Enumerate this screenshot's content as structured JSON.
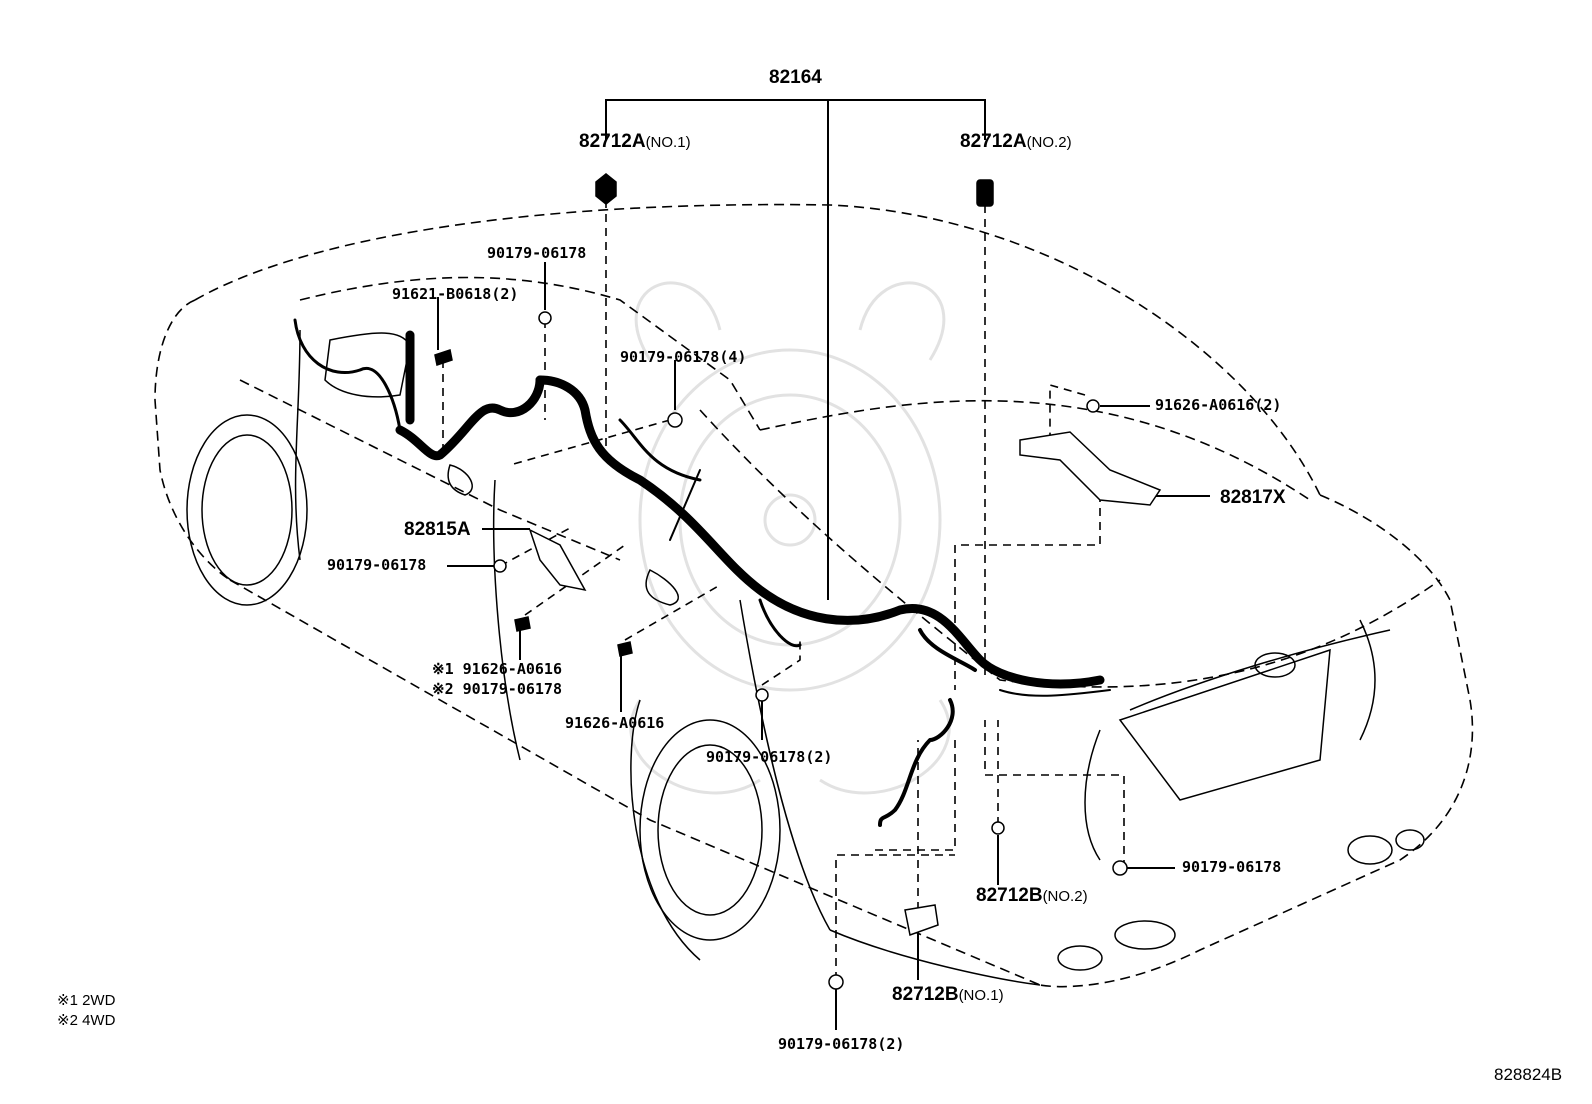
{
  "callouts": {
    "assembly": "82164",
    "sensor_front_no1": "82712A",
    "sensor_front_no1_sfx": "(NO.1)",
    "sensor_front_no2": "82712A",
    "sensor_front_no2_sfx": "(NO.2)",
    "nut_top": "90179-06178",
    "bolt_91621": "91621-B0618(2)",
    "nut_x4": "90179-06178(4)",
    "bolt_right_top": "91626-A0616(2)",
    "bracket_82817": "82817X",
    "bracket_82815": "82815A",
    "nut_left_mid": "90179-06178",
    "bolt_note1": "※1 91626-A0616",
    "bolt_note2": "※2 90179-06178",
    "bolt_91626_lower": "91626-A0616",
    "nut_x2_center": "90179-06178(2)",
    "nut_right_lower": "90179-06178",
    "sensor_rear_no2": "82712B",
    "sensor_rear_no2_sfx": "(NO.2)",
    "sensor_rear_no1": "82712B",
    "sensor_rear_no1_sfx": "(NO.1)",
    "nut_x2_bottom": "90179-06178(2)"
  },
  "legend": {
    "note1": "※1 2WD",
    "note2": "※2 4WD"
  },
  "diagram_ref": "828824B"
}
